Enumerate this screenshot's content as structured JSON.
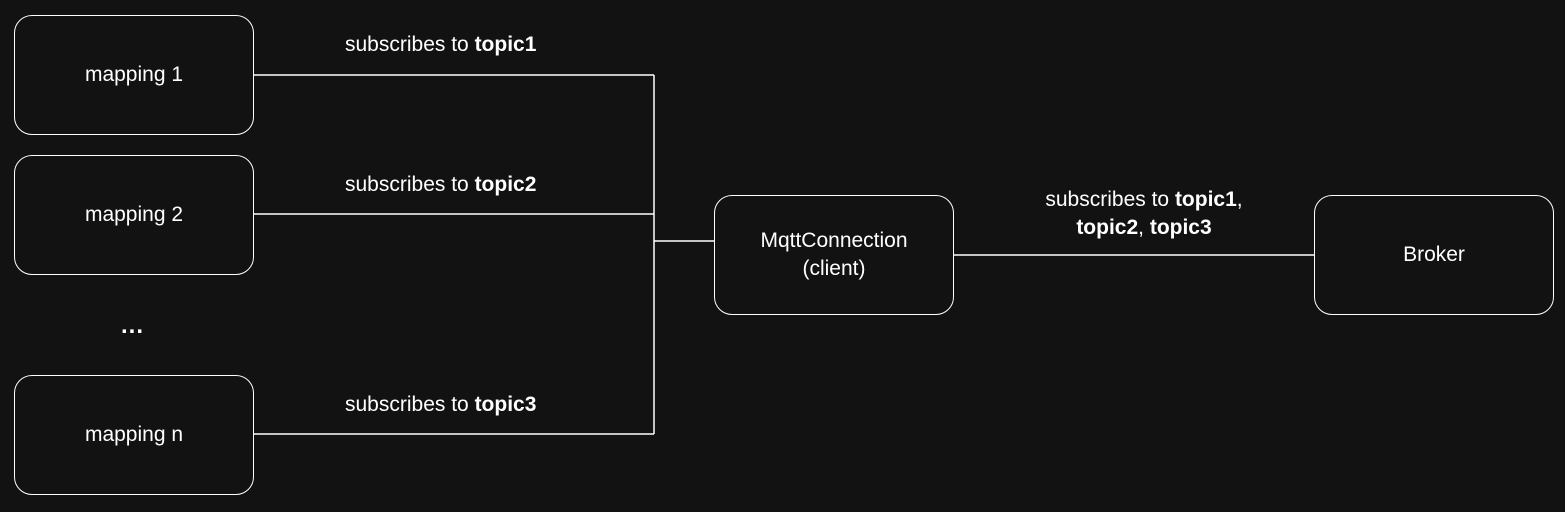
{
  "mappings": [
    {
      "label": "mapping 1"
    },
    {
      "label": "mapping 2"
    },
    {
      "label": "mapping n"
    }
  ],
  "ellipsis": "...",
  "edges": {
    "prefix": "subscribes to ",
    "m1_topic": "topic1",
    "m2_topic": "topic2",
    "mn_topic": "topic3",
    "broker_topic1": "topic1",
    "broker_sep": ",",
    "broker_topic2": "topic2",
    "broker_sep2": ", ",
    "broker_topic3": "topic3"
  },
  "client": {
    "line1": "MqttConnection",
    "line2": "(client)"
  },
  "broker": {
    "label": "Broker"
  },
  "colors": {
    "background": "#121212",
    "stroke": "#ffffff",
    "text": "#ffffff"
  }
}
